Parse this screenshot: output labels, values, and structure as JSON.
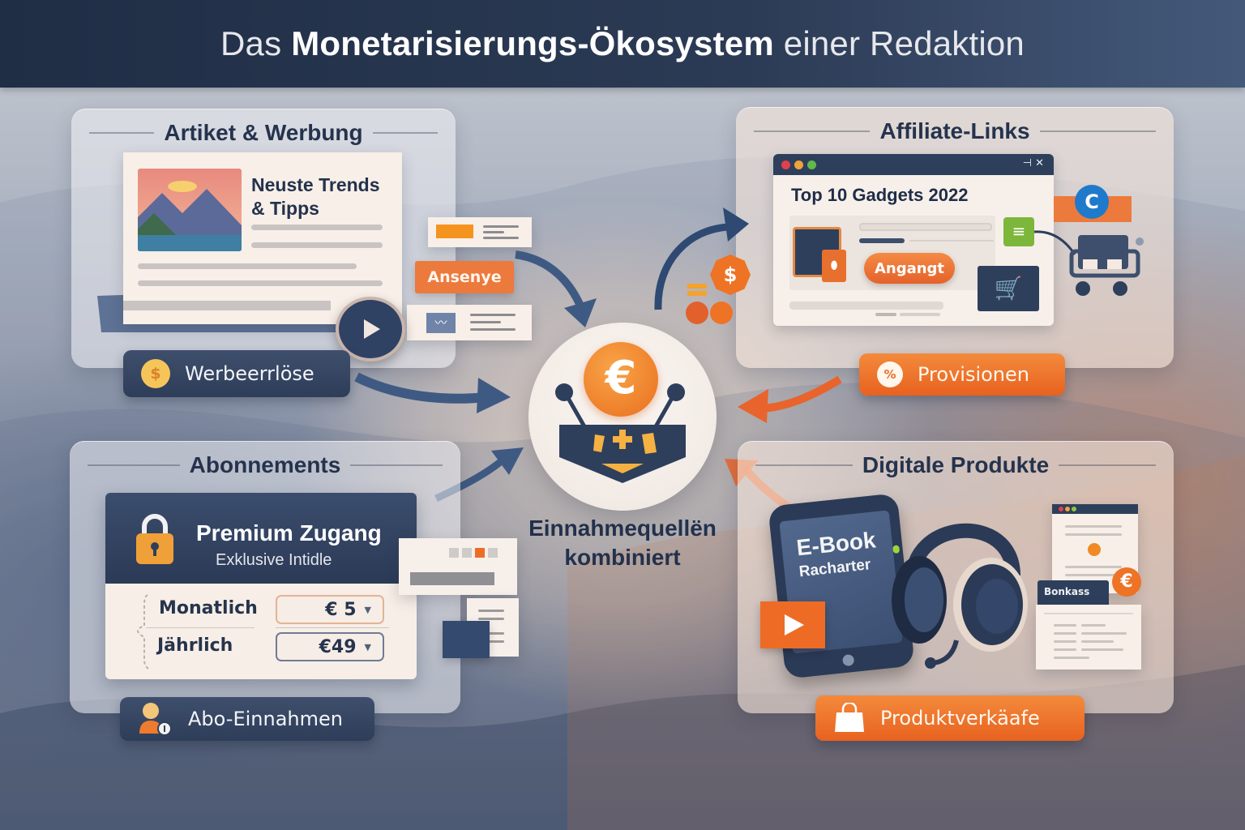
{
  "header": {
    "title_prefix": "Das",
    "title_bold": "Monetarisierungs-Ökosystem",
    "title_suffix": "einer Redaktion"
  },
  "colors": {
    "navy": "#2e3d58",
    "orange": "#ee7325",
    "header_bg": "#25334d",
    "panel_title": "#25334d"
  },
  "center": {
    "icon": "euro-coin-icon",
    "badge_icon": "plus-basket-icon",
    "label_line1": "Einnahmequellën",
    "label_line2": "kombiniert"
  },
  "panels": {
    "ads": {
      "title": "Artiket & Werbung",
      "article_title_line1": "Neuste Trends",
      "article_title_line2": "& Tipps",
      "ad_tag": "Ansenye",
      "play_icon": "play-icon",
      "revenue_label": "Werbeerrlöse",
      "revenue_icon": "dollar-coin-icon"
    },
    "affiliate": {
      "title": "Affiliate-Links",
      "window_title": "Top 10 Gadgets 2022",
      "window_controls": "⊣ ✕",
      "offer_button": "Angangt",
      "revenue_label": "Provisionen",
      "revenue_icon": "percent-icon",
      "badge_symbol": "$"
    },
    "subscriptions": {
      "title": "Abonnements",
      "card_title": "Premium Zugang",
      "card_subtitle": "Exklusive Intidle",
      "plans": [
        {
          "label": "Monatlich",
          "price": "€ 5"
        },
        {
          "label": "Jährlich",
          "price": "€49"
        }
      ],
      "revenue_label": "Abo-Einnahmen",
      "revenue_icon": "user-coin-icon"
    },
    "digital": {
      "title": "Digitale Produkte",
      "ebook_line1": "E-Book",
      "ebook_line2": "Racharter",
      "bundle_tag": "Bonkass",
      "euro_symbol": "€",
      "revenue_label": "Produktverkäafe",
      "revenue_icon": "shopping-bag-icon"
    }
  }
}
